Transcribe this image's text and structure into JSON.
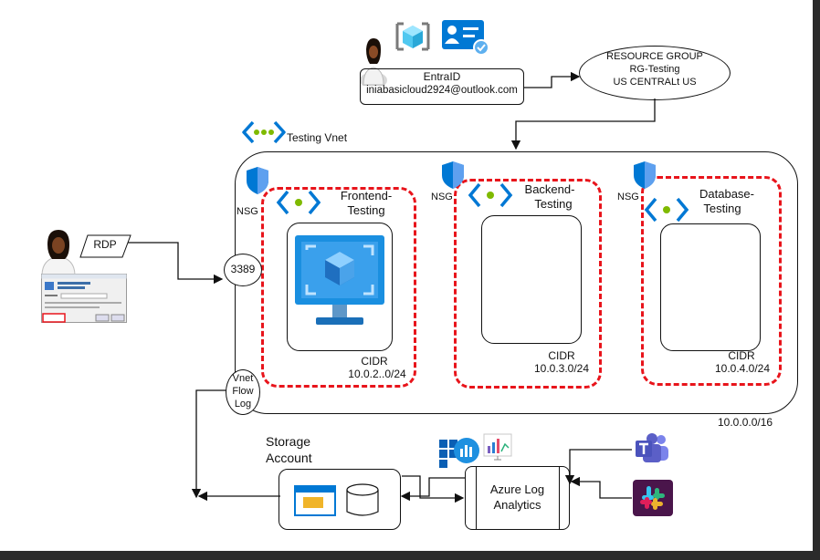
{
  "entra": {
    "title": "EntraID",
    "email": "iniabasicloud2924@outlook.com"
  },
  "resource_group": {
    "line1": "RESOURCE GROUP",
    "line2": "RG-Testing",
    "line3": "US CENTRALt US"
  },
  "vnet": {
    "label": "Testing Vnet",
    "cidr": "10.0.0.0/16"
  },
  "rdp": {
    "label": "RDP",
    "port": "3389"
  },
  "flow_log": {
    "line1": "Vnet",
    "line2": "Flow",
    "line3": "Log"
  },
  "subnets": [
    {
      "name_line1": "Frontend-",
      "name_line2": "Testing",
      "nsg": "NSG",
      "cidr_label": "CIDR",
      "cidr": "10.0.2..0/24"
    },
    {
      "name_line1": "Backend-",
      "name_line2": "Testing",
      "nsg": "NSG",
      "cidr_label": "CIDR",
      "cidr": "10.0.3.0/24"
    },
    {
      "name_line1": "Database-",
      "name_line2": "Testing",
      "nsg": "NSG",
      "cidr_label": "CIDR",
      "cidr": "10.0.4.0/24"
    }
  ],
  "storage": {
    "line1": "Storage",
    "line2": "Account"
  },
  "log_analytics": {
    "line1": "Azure Log",
    "line2": "Analytics"
  },
  "colors": {
    "subnet_border": "#e8141b",
    "azure_blue": "#0078d4",
    "teams_purple": "#5b5fc7",
    "slack_bg": "#4a154b"
  }
}
